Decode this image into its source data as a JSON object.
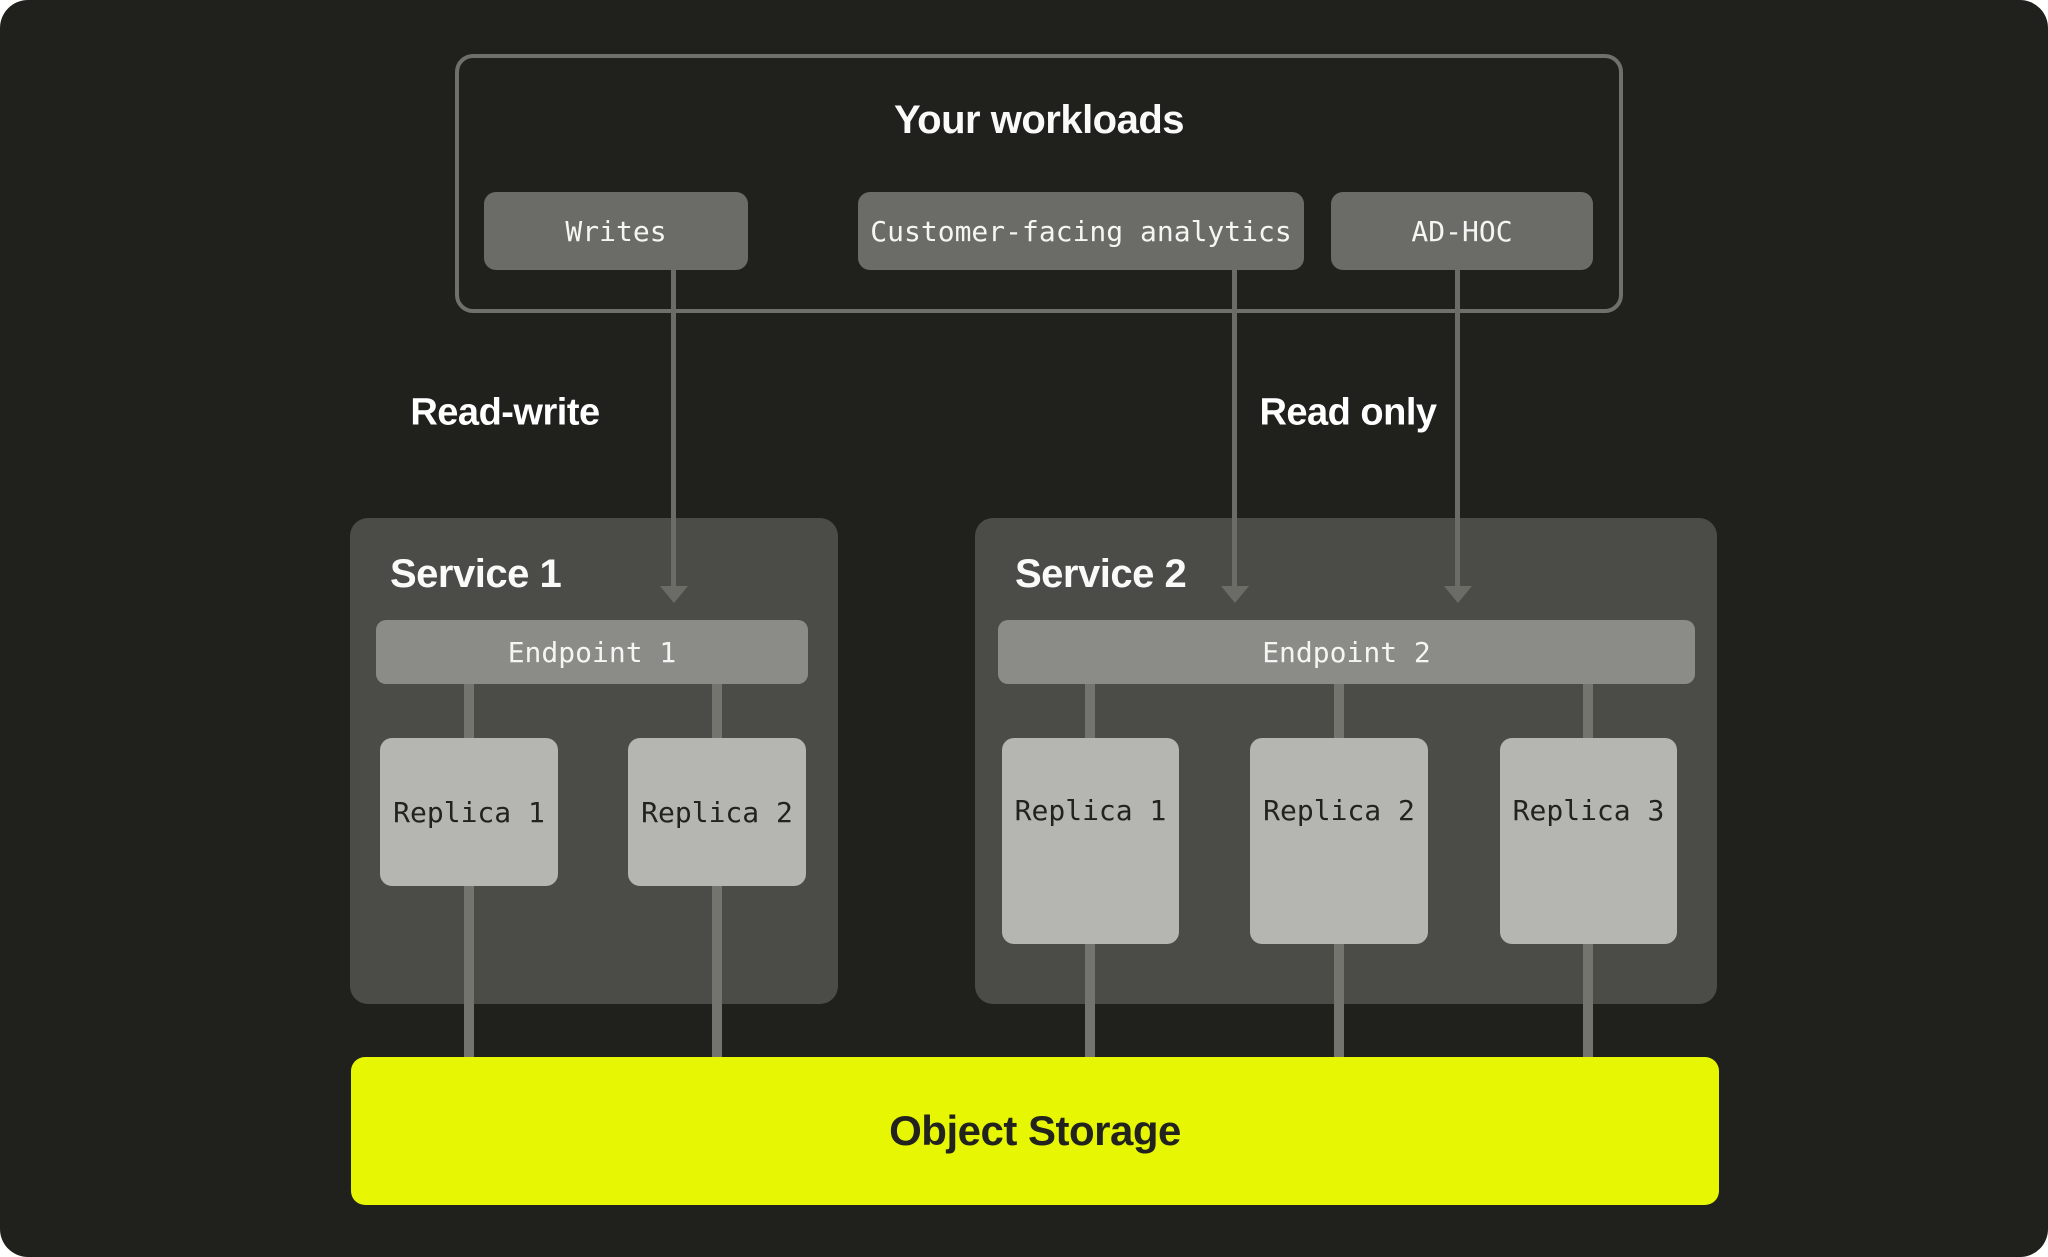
{
  "colors": {
    "background": "#20211c",
    "panel": "#4b4c48",
    "endpoint": "#8b8b88",
    "replica": "#b5b5b2",
    "chip": "#6b6b68",
    "line": "#74746e",
    "arrow": "#6c6c67",
    "border": "#6f706c",
    "storage": "#e7f602",
    "text_light": "#f5f5f2",
    "text_dark": "#22231e"
  },
  "workloads": {
    "title": "Your workloads",
    "items": [
      {
        "label": "Writes"
      },
      {
        "label": "Customer-facing analytics"
      },
      {
        "label": "AD-HOC"
      }
    ]
  },
  "flows": {
    "read_write_label": "Read-write",
    "read_only_label": "Read only"
  },
  "services": [
    {
      "title": "Service 1",
      "endpoint": "Endpoint 1",
      "replicas": [
        "Replica 1",
        "Replica 2"
      ]
    },
    {
      "title": "Service 2",
      "endpoint": "Endpoint 2",
      "replicas": [
        "Replica 1",
        "Replica 2",
        "Replica 3"
      ]
    }
  ],
  "storage": {
    "label": "Object Storage"
  }
}
